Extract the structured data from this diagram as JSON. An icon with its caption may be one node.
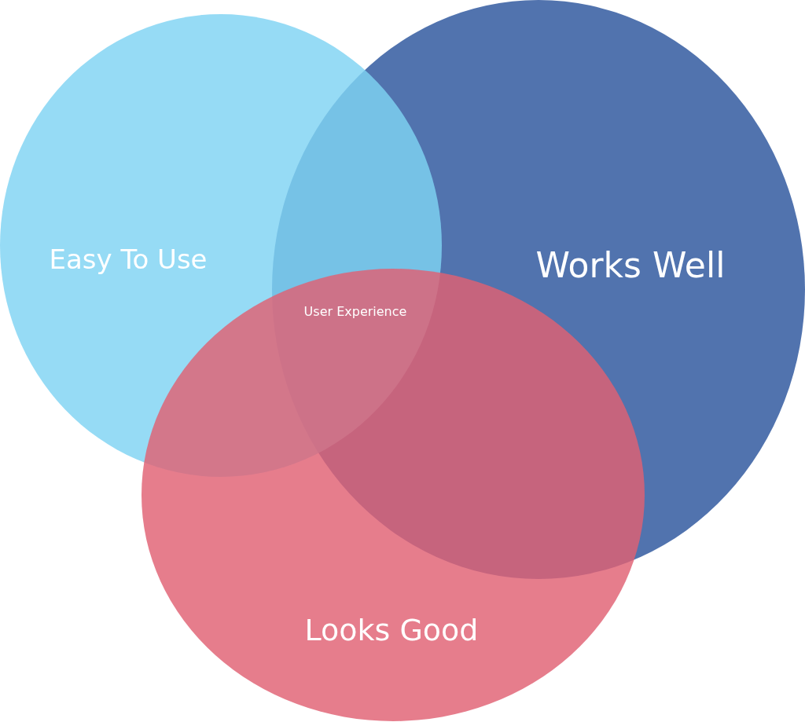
{
  "diagram": {
    "nodes": [
      {
        "text": [
          "Easy To Use"
        ]
      },
      {
        "text": [
          "Works Well"
        ]
      },
      {
        "text": [
          "Looks Good"
        ]
      }
    ],
    "labels": [
      "User Experience"
    ]
  }
}
